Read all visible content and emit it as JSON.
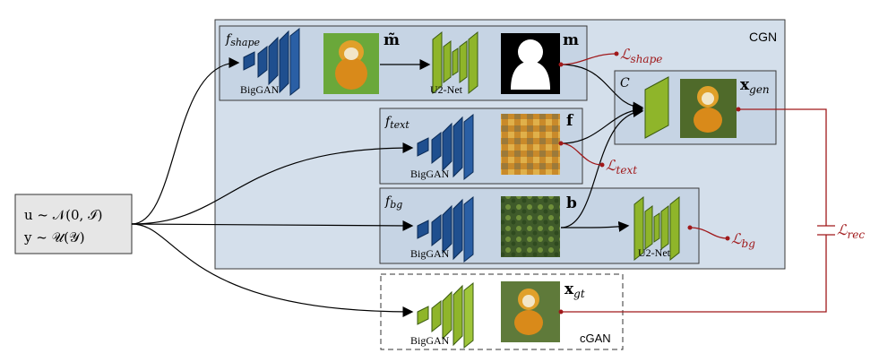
{
  "colors": {
    "panel_fill": "#c6d4e4",
    "panel_stroke": "#3a3a3a",
    "cgn_fill": "#d4dfeb",
    "biggan_blue": "#1f4f8f",
    "green_net": "#8fb52a",
    "loss_red": "#a0191b"
  },
  "cgn_label": "CGN",
  "input_box": {
    "line1": "u ~ 𝒩(0, ℐ)",
    "line2": "y ~ 𝒰(𝒴)"
  },
  "modules": {
    "shape": {
      "name": "f",
      "name_sub": "shape",
      "net_label": "BigGAN",
      "out1_symbol": "m̃",
      "net2_label": "U2-Net",
      "out2_symbol": "m",
      "loss": "ℒ",
      "loss_sub": "shape"
    },
    "text": {
      "name": "f",
      "name_sub": "text",
      "net_label": "BigGAN",
      "out_symbol": "f",
      "loss": "ℒ",
      "loss_sub": "text"
    },
    "bg": {
      "name": "f",
      "name_sub": "bg",
      "net_label": "BigGAN",
      "out_symbol": "b",
      "net2_label": "U2-Net",
      "loss": "ℒ",
      "loss_sub": "bg"
    },
    "composer": {
      "name": "C",
      "out_symbol": "x",
      "out_sub": "gen"
    },
    "cgan": {
      "net_label": "BigGAN",
      "out_symbol": "x",
      "out_sub": "gt",
      "label": "cGAN"
    }
  },
  "rec_loss": {
    "symbol": "ℒ",
    "sub": "rec"
  },
  "icons": [
    "monkey-image-icon",
    "mask-silhouette-icon",
    "texture-image-icon",
    "background-foliage-icon",
    "generated-monkey-icon",
    "real-monkey-icon"
  ]
}
